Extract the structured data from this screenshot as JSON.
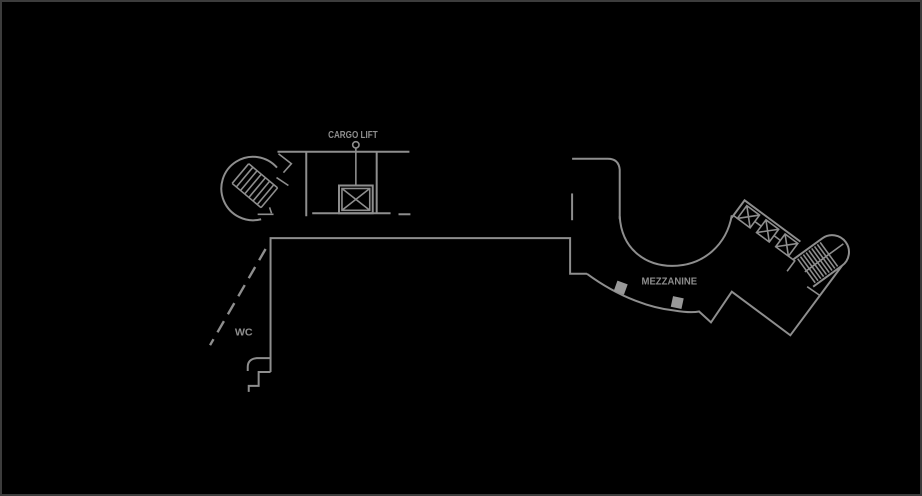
{
  "canvas": {
    "background": "#000000",
    "border-color": "#3c3c3c",
    "line-color": "#8e8e8e",
    "fill-color": "#989898",
    "text-color": "#8e8e8e"
  },
  "labels": {
    "cargo_lift": "CARGO LIFT",
    "mezzanine": "MEZZANINE",
    "wc": "WC"
  },
  "plan": {
    "type": "architectural floor plan (mezzanine level)",
    "features": [
      "spiral-staircase",
      "cargo-lift-shaft",
      "wc-room",
      "entry-steps",
      "mezzanine-balcony",
      "column-markers",
      "elevator-bank-3-cabs",
      "winder-staircase"
    ]
  }
}
